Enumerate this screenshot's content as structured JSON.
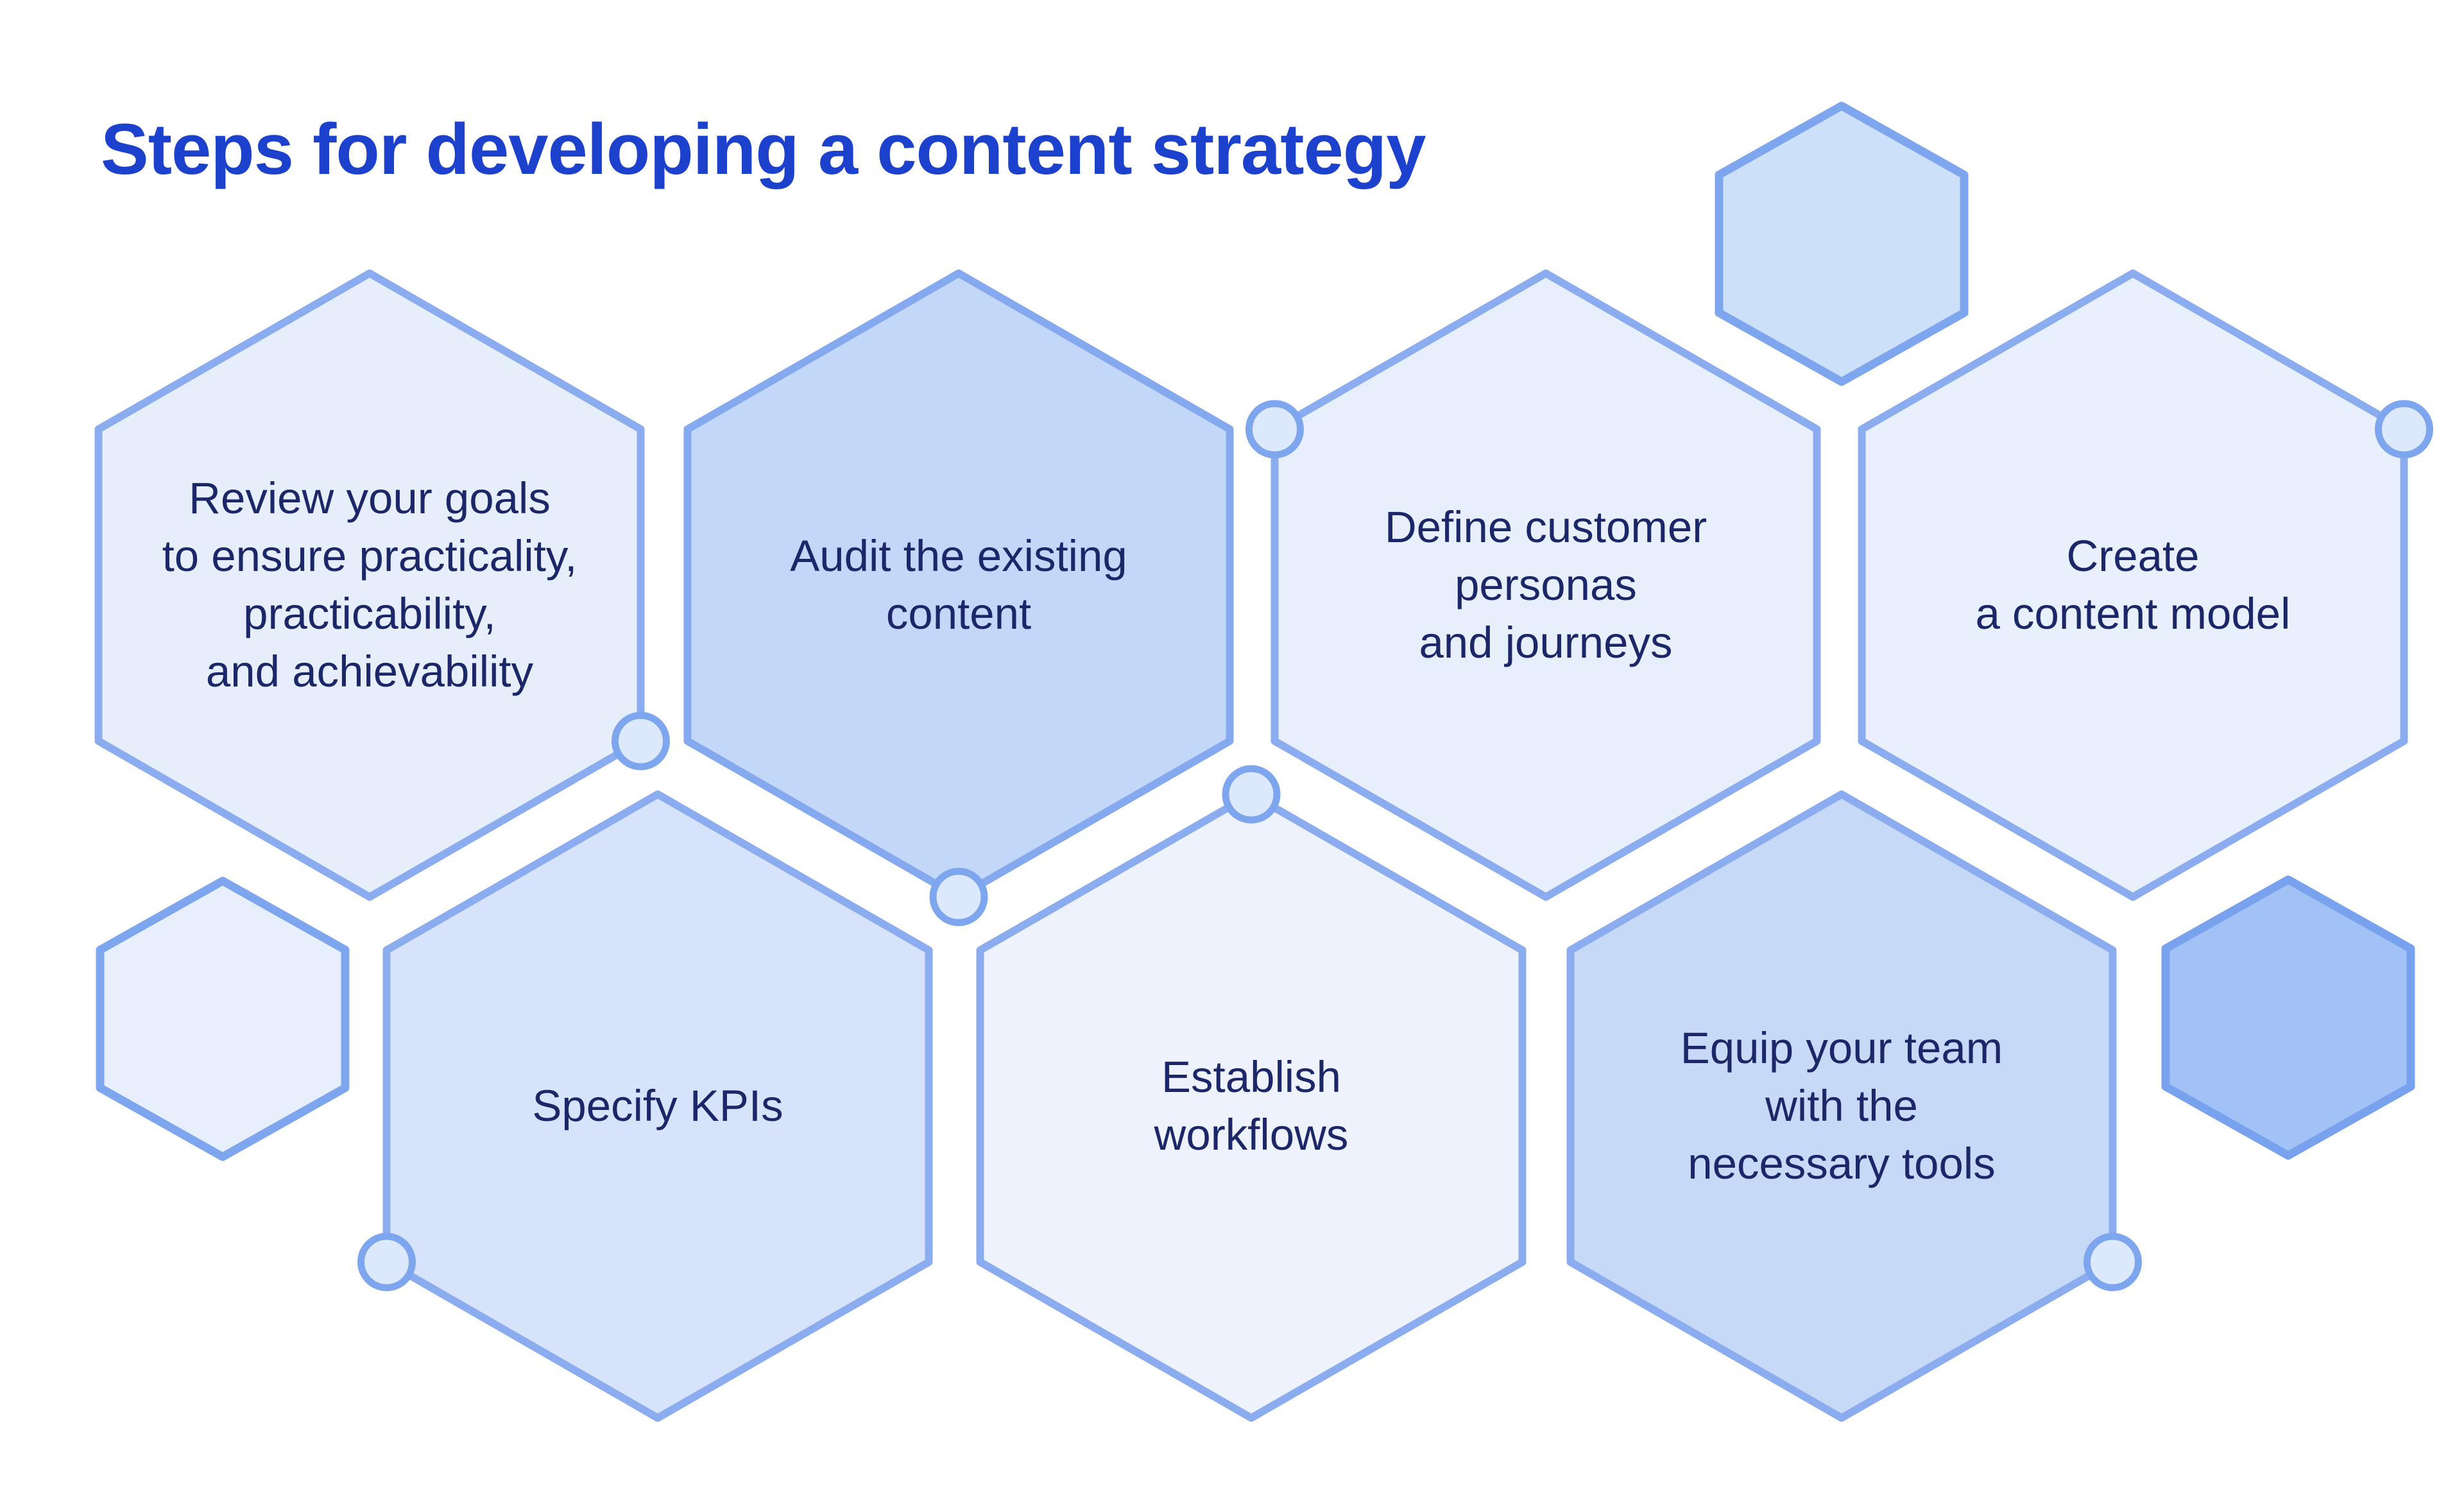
{
  "title": {
    "text": "Steps for developing a content strategy",
    "color": "#1c41cd"
  },
  "background": "#ffffff",
  "text_color": "#1b2769",
  "marker_style": {
    "fill": "#dce8fb",
    "stroke": "#7da6ef"
  },
  "steps": [
    {
      "id": "review-goals",
      "label": "Review your goals\nto ensure practicality,\npracticability,\nand achievability",
      "fill": "#e6eefb",
      "stroke": "#8badf0",
      "marker": "lower-right"
    },
    {
      "id": "audit-content",
      "label": "Audit the existing\ncontent",
      "fill": "#c3d7f8",
      "stroke": "#84a9ef",
      "marker": "bottom"
    },
    {
      "id": "define-personas",
      "label": "Define customer\npersonas\nand journeys",
      "fill": "#e8effc",
      "stroke": "#8badf0",
      "marker": "upper-left"
    },
    {
      "id": "create-content-model",
      "label": "Create\na content model",
      "fill": "#e8f0fd",
      "stroke": "#8badf0",
      "marker": "upper-right"
    },
    {
      "id": "specify-kpis",
      "label": "Specify KPIs",
      "fill": "#d6e3fa",
      "stroke": "#8badf0",
      "marker": "lower-left"
    },
    {
      "id": "establish-workflows",
      "label": "Establish\nworkflows",
      "fill": "#edf2fd",
      "stroke": "#8badf0",
      "marker": "top"
    },
    {
      "id": "equip-team",
      "label": "Equip your team\nwith the\nnecessary tools",
      "fill": "#c6daf8",
      "stroke": "#8badf0",
      "marker": "lower-right"
    }
  ],
  "decorative_hexagons": [
    {
      "id": "top-small",
      "fill": "#cde0fa",
      "stroke": "#7da6ef"
    },
    {
      "id": "bottom-left-small",
      "fill": "#e7effc",
      "stroke": "#7da6ef"
    },
    {
      "id": "bottom-right-small",
      "fill": "#a2c2f6",
      "stroke": "#78a2ee"
    }
  ]
}
